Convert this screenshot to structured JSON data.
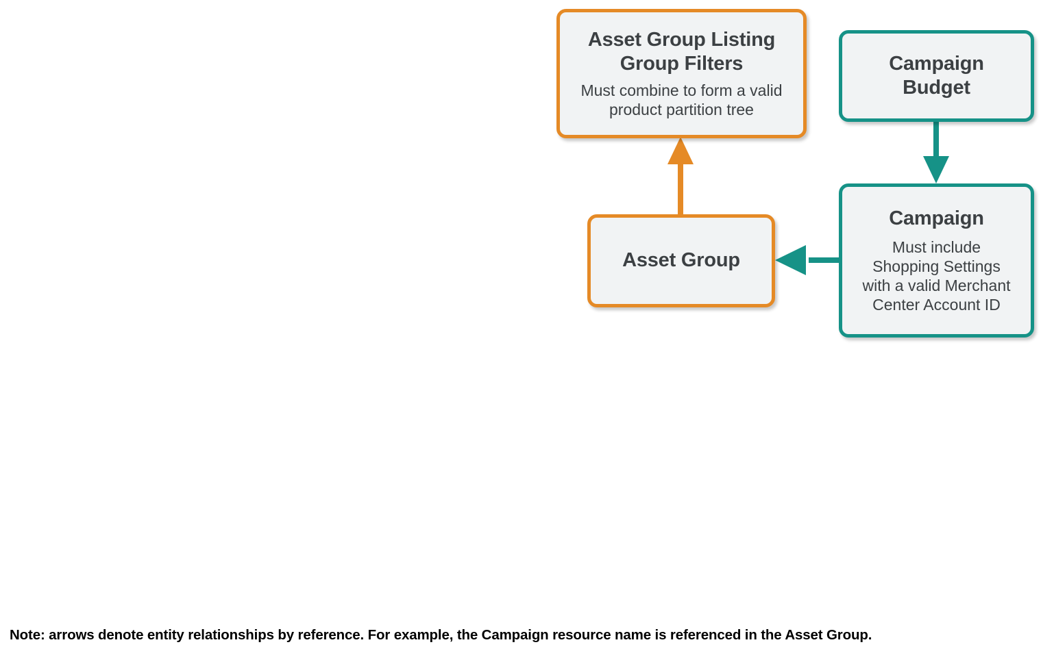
{
  "diagram": {
    "title_context": "Performance Max shopping entity relationships",
    "colors": {
      "orange": "#E58A26",
      "teal": "#169287",
      "box_fill": "#F1F3F4",
      "text": "#3C4043",
      "note_text": "#000000",
      "background": "#FFFFFF"
    },
    "nodes": [
      {
        "id": "asset-group-listing-group-filters",
        "title": "Asset Group Listing\nGroup Filters",
        "subtitle": "Must combine to form a valid\nproduct partition tree",
        "color": "orange"
      },
      {
        "id": "campaign-budget",
        "title": "Campaign\nBudget",
        "subtitle": "",
        "color": "teal"
      },
      {
        "id": "asset-group",
        "title": "Asset Group",
        "subtitle": "",
        "color": "orange"
      },
      {
        "id": "campaign",
        "title": "Campaign",
        "subtitle": "Must include\nShopping Settings\nwith a valid Merchant\nCenter Account ID",
        "color": "teal"
      }
    ],
    "edges": [
      {
        "id": "asset-group-to-listing-group-filters",
        "from": "asset-group",
        "to": "asset-group-listing-group-filters",
        "direction": "up",
        "color": "orange"
      },
      {
        "id": "campaign-budget-to-campaign",
        "from": "campaign-budget",
        "to": "campaign",
        "direction": "down",
        "color": "teal"
      },
      {
        "id": "campaign-to-asset-group",
        "from": "campaign",
        "to": "asset-group",
        "direction": "left",
        "color": "teal"
      }
    ],
    "note": "Note: arrows denote entity relationships by reference. For example, the Campaign resource name is referenced in the Asset Group."
  }
}
